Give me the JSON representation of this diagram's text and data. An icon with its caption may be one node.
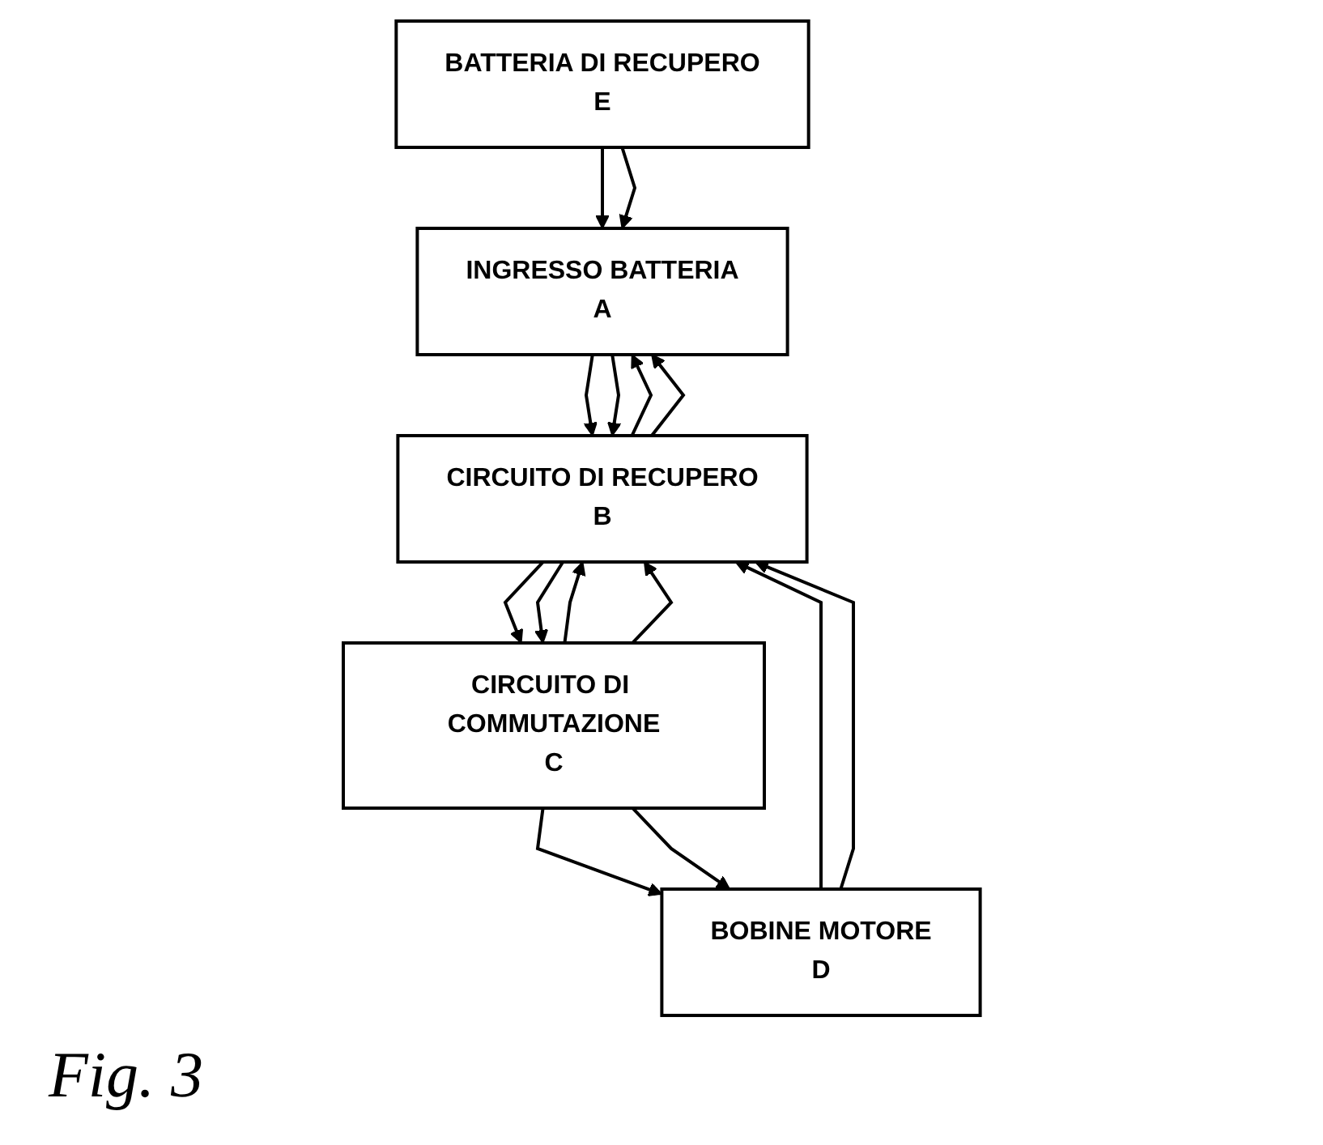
{
  "diagram": {
    "caption": "Fig. 3",
    "nodes": [
      {
        "text": [
          "BOBINE MOTORE",
          "D"
        ]
      },
      {
        "text": [
          "CIRCUITO DI COMMUTAZIONE",
          "C"
        ]
      },
      {
        "text": [
          "CIRCUITO DI RECUPERO",
          "B"
        ]
      },
      {
        "text": [
          "INGRESSO BATTERIA",
          "A"
        ]
      },
      {
        "text": [
          "BATTERIA DI RECUPERO",
          "E"
        ]
      }
    ],
    "edges": [
      {
        "from": 0,
        "to": 2,
        "arrow": "to"
      },
      {
        "from": 0,
        "to": 2,
        "arrow": "to"
      },
      {
        "from": 1,
        "to": 0,
        "arrow": "to"
      },
      {
        "from": 1,
        "to": 0,
        "arrow": "to"
      },
      {
        "from": 2,
        "to": 1,
        "arrow": "to"
      },
      {
        "from": 2,
        "to": 1,
        "arrow": "to"
      },
      {
        "from": 3,
        "to": 2,
        "arrow": "to"
      },
      {
        "from": 3,
        "to": 2,
        "arrow": "to"
      },
      {
        "from": 1,
        "to": 2,
        "arrow": "to"
      },
      {
        "from": 1,
        "to": 2,
        "arrow": "to"
      },
      {
        "from": 2,
        "to": 3,
        "arrow": "to"
      },
      {
        "from": 2,
        "to": 3,
        "arrow": "to"
      },
      {
        "from": 4,
        "to": 3,
        "arrow": "to"
      },
      {
        "from": 4,
        "to": 3,
        "arrow": "to"
      }
    ]
  }
}
